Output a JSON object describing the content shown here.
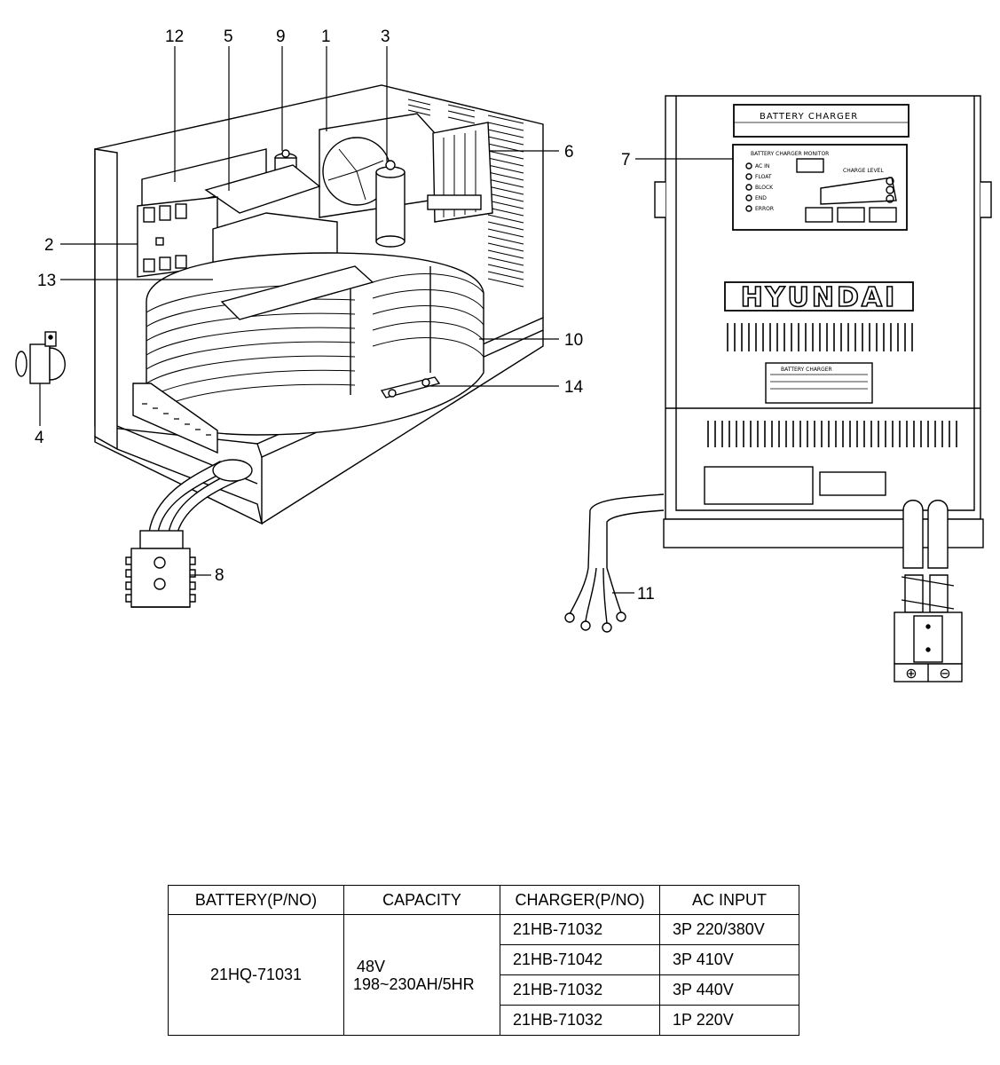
{
  "callouts": {
    "n1": "1",
    "n2": "2",
    "n3": "3",
    "n4": "4",
    "n5": "5",
    "n6": "6",
    "n7": "7",
    "n8": "8",
    "n9": "9",
    "n10": "10",
    "n11": "11",
    "n12": "12",
    "n13": "13",
    "n14": "14"
  },
  "charger": {
    "nameplate_title": "BATTERY CHARGER",
    "monitor_title": "BATTERY CHARGER MONITOR",
    "monitor_leds": [
      "AC IN",
      "FLOAT",
      "BLOCK",
      "END",
      "ERROR"
    ],
    "charge_level_label": "CHARGE LEVEL",
    "brand": "HYUNDAI",
    "spec_label_title": "BATTERY CHARGER",
    "polarity_plus": "⊕",
    "polarity_minus": "⊖"
  },
  "table": {
    "headers": [
      "BATTERY(P/NO)",
      "CAPACITY",
      "CHARGER(P/NO)",
      "AC INPUT"
    ],
    "battery_pno": "21HQ-71031",
    "capacity_line1": "48V",
    "capacity_line2": "198~230AH/5HR",
    "rows": [
      {
        "charger": "21HB-71032",
        "ac_input": "3P 220/380V"
      },
      {
        "charger": "21HB-71042",
        "ac_input": "3P 410V"
      },
      {
        "charger": "21HB-71032",
        "ac_input": "3P 440V"
      },
      {
        "charger": "21HB-71032",
        "ac_input": "1P 220V"
      }
    ]
  }
}
